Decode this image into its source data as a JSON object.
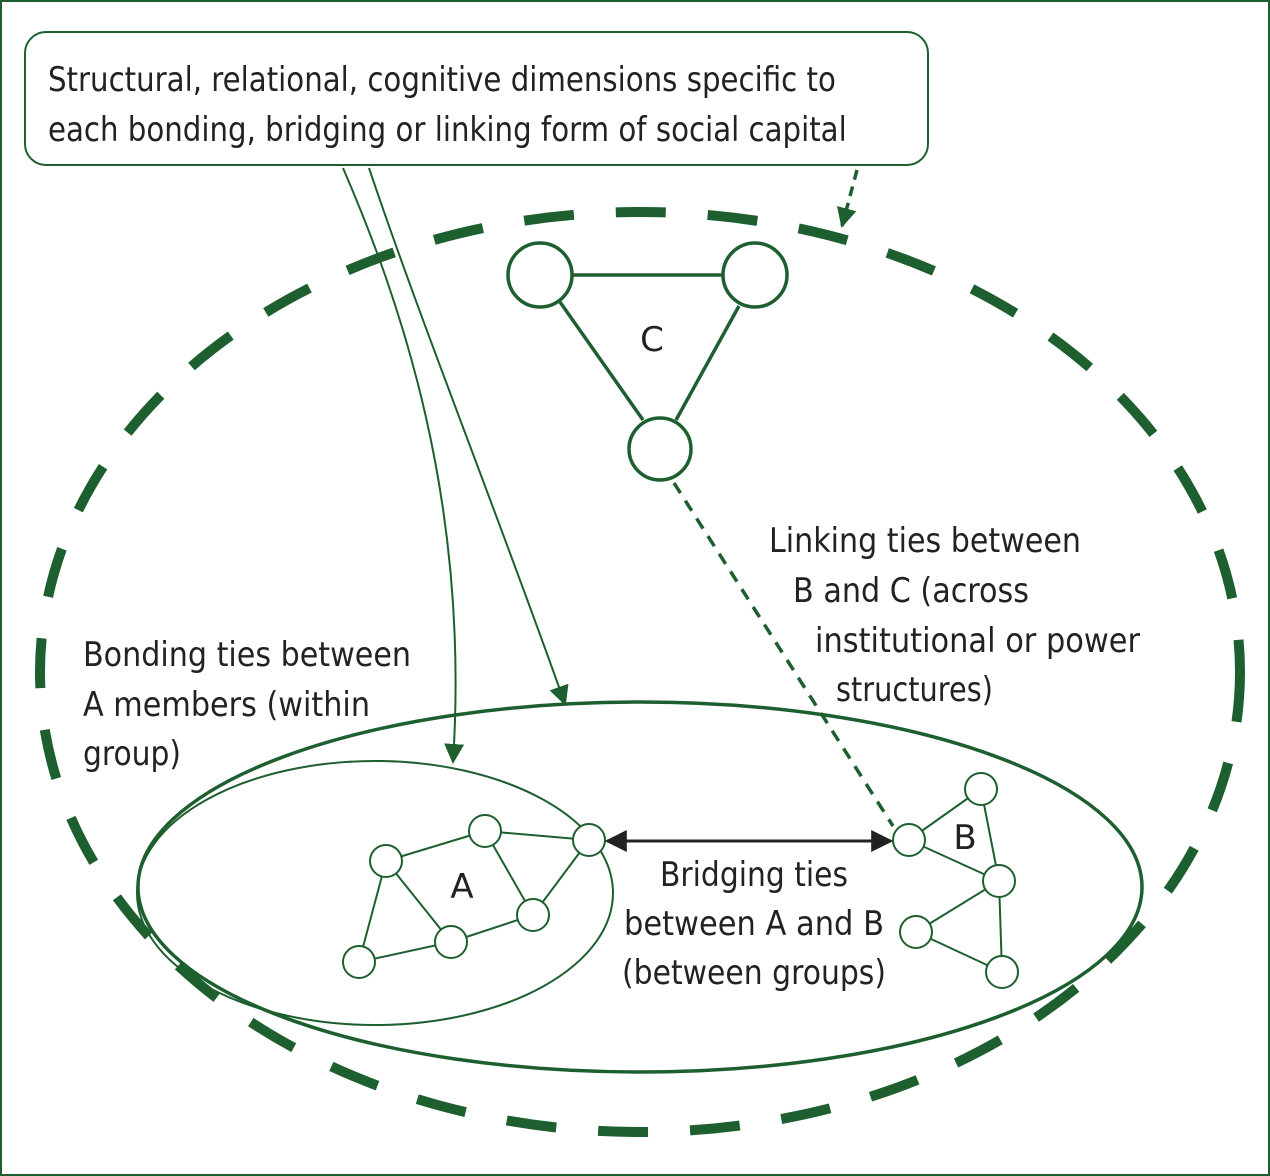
{
  "callout": {
    "line1": "Structural, relational, cognitive dimensions specific to",
    "line2": "each bonding, bridging or linking form of social capital"
  },
  "nodes": {
    "a": "A",
    "b": "B",
    "c": "C"
  },
  "labels": {
    "bonding": [
      "Bonding ties between",
      "A members (within",
      "group)"
    ],
    "bridging": [
      "Bridging ties",
      "between A and B",
      "(between groups)"
    ],
    "linking": [
      "Linking ties between",
      "B and C (across",
      "institutional or power",
      "structures)"
    ]
  },
  "colors": {
    "green": "#1e5f30",
    "arrow": "#222222",
    "text": "#222222"
  }
}
